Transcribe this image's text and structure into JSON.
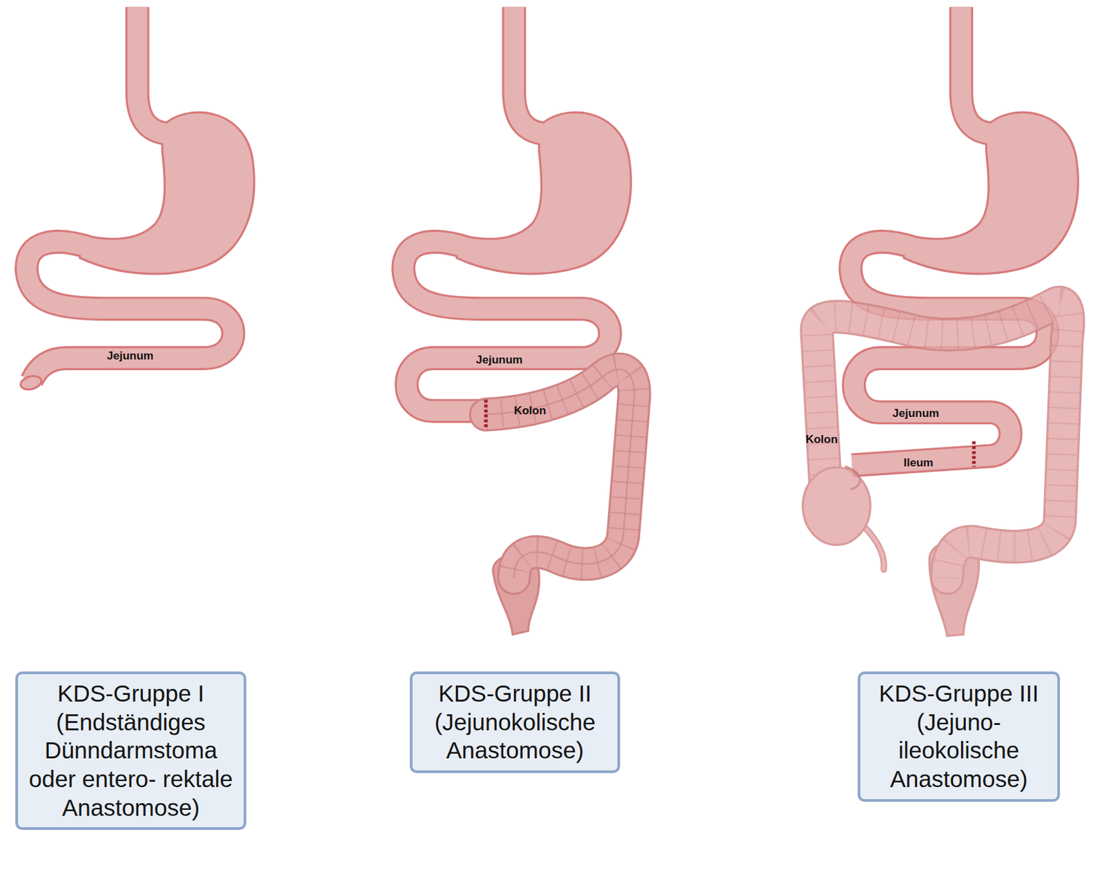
{
  "diagram": {
    "nodes": [
      {
        "text": [
          "KDS-Gruppe I (Endständiges Dünndarmstoma oder entero- rektale Anastomose)"
        ]
      },
      {
        "text": [
          "KDS-Gruppe II (Jejunokolische Anastomose)"
        ]
      },
      {
        "text": [
          "KDS-Gruppe III (Jejuno- ileokolische Anastomose)"
        ]
      }
    ],
    "labels": [
      "Jejunum",
      "Jejunum",
      "Kolon",
      "Jejunum",
      "Kolon",
      "Ileum"
    ]
  }
}
